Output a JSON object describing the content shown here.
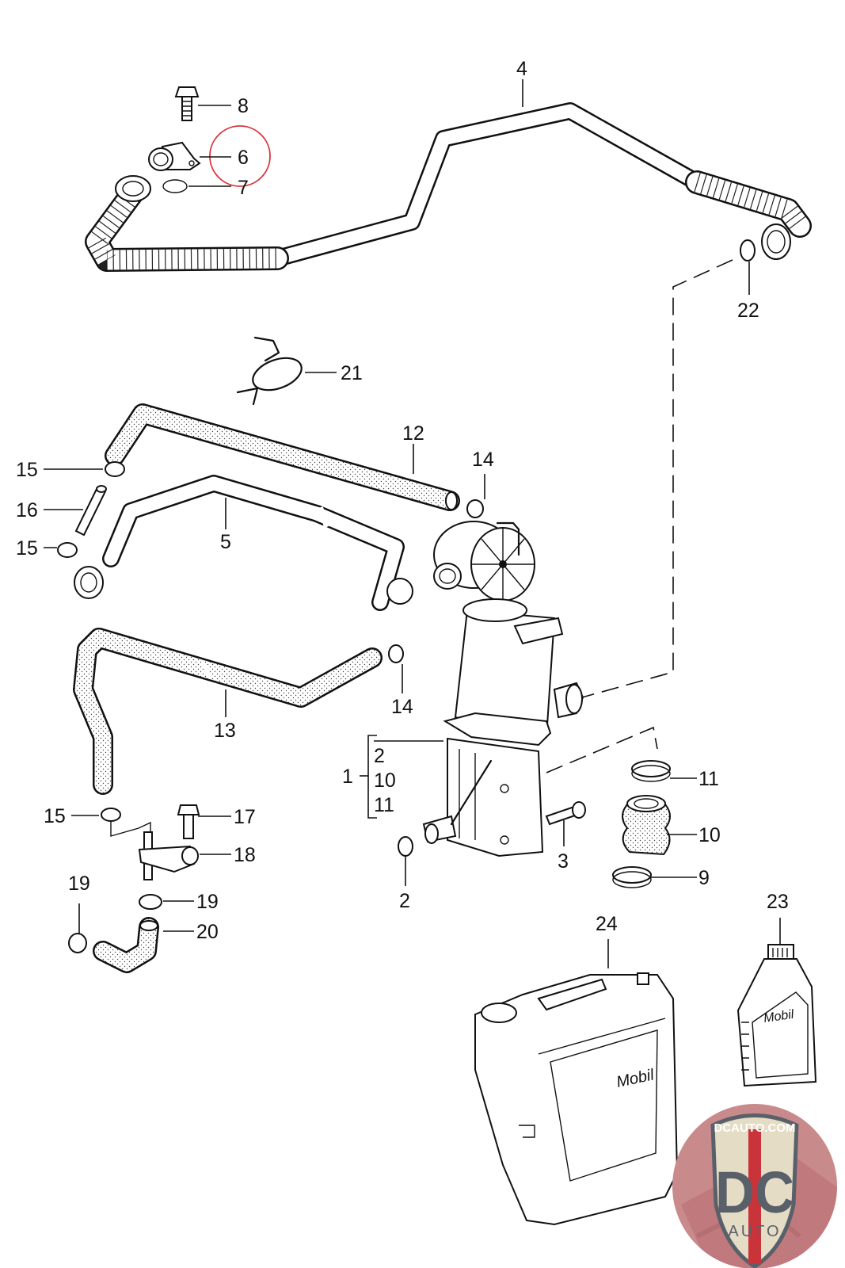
{
  "diagram": {
    "title": "Crankcase ventilation / oil separator parts diagram",
    "highlight_color": "#d9363e",
    "highlighted_callout": "6",
    "callouts": [
      {
        "id": "c4",
        "label": "4",
        "part": "breather pipe (corrugated)"
      },
      {
        "id": "c8",
        "label": "8",
        "part": "bolt"
      },
      {
        "id": "c6",
        "label": "6",
        "part": "connection flange"
      },
      {
        "id": "c7",
        "label": "7",
        "part": "o-ring"
      },
      {
        "id": "c22",
        "label": "22",
        "part": "o-ring"
      },
      {
        "id": "c21",
        "label": "21",
        "part": "hose clip holder"
      },
      {
        "id": "c12",
        "label": "12",
        "part": "hose"
      },
      {
        "id": "c14a",
        "label": "14",
        "part": "hose clamp"
      },
      {
        "id": "c15a",
        "label": "15",
        "part": "hose clamp"
      },
      {
        "id": "c16",
        "label": "16",
        "part": "connector tube"
      },
      {
        "id": "c15b",
        "label": "15",
        "part": "hose clamp"
      },
      {
        "id": "c5",
        "label": "5",
        "part": "hose"
      },
      {
        "id": "c13",
        "label": "13",
        "part": "hose"
      },
      {
        "id": "c14b",
        "label": "14",
        "part": "hose clamp"
      },
      {
        "id": "c1",
        "label": "1",
        "part": "oil separator"
      },
      {
        "id": "c1-2",
        "label": "2",
        "part": "included"
      },
      {
        "id": "c1-10",
        "label": "10",
        "part": "included"
      },
      {
        "id": "c1-11",
        "label": "11",
        "part": "included"
      },
      {
        "id": "c11",
        "label": "11",
        "part": "hose clamp"
      },
      {
        "id": "c10",
        "label": "10",
        "part": "bellows"
      },
      {
        "id": "c3",
        "label": "3",
        "part": "bolt"
      },
      {
        "id": "c9",
        "label": "9",
        "part": "hose clamp"
      },
      {
        "id": "c2",
        "label": "2",
        "part": "o-ring"
      },
      {
        "id": "c15c",
        "label": "15",
        "part": "hose clamp"
      },
      {
        "id": "c17",
        "label": "17",
        "part": "bolt"
      },
      {
        "id": "c18",
        "label": "18",
        "part": "bracket with nipple"
      },
      {
        "id": "c19a",
        "label": "19",
        "part": "hose clamp"
      },
      {
        "id": "c19b",
        "label": "19",
        "part": "hose clamp"
      },
      {
        "id": "c20",
        "label": "20",
        "part": "hose"
      },
      {
        "id": "c24",
        "label": "24",
        "part": "engine oil canister"
      },
      {
        "id": "c23",
        "label": "23",
        "part": "engine oil bottle"
      }
    ],
    "bottle_brand": "Mobil",
    "canister_brand": "Mobil"
  },
  "watermark": {
    "site": "DCAUTO.COM",
    "mark": "DC",
    "sub": "AUTO",
    "bg_color": "#c98a8c",
    "shield_color": "#e4dcc4",
    "letter_color": "#59606a",
    "stripe_color": "#c8343a"
  }
}
